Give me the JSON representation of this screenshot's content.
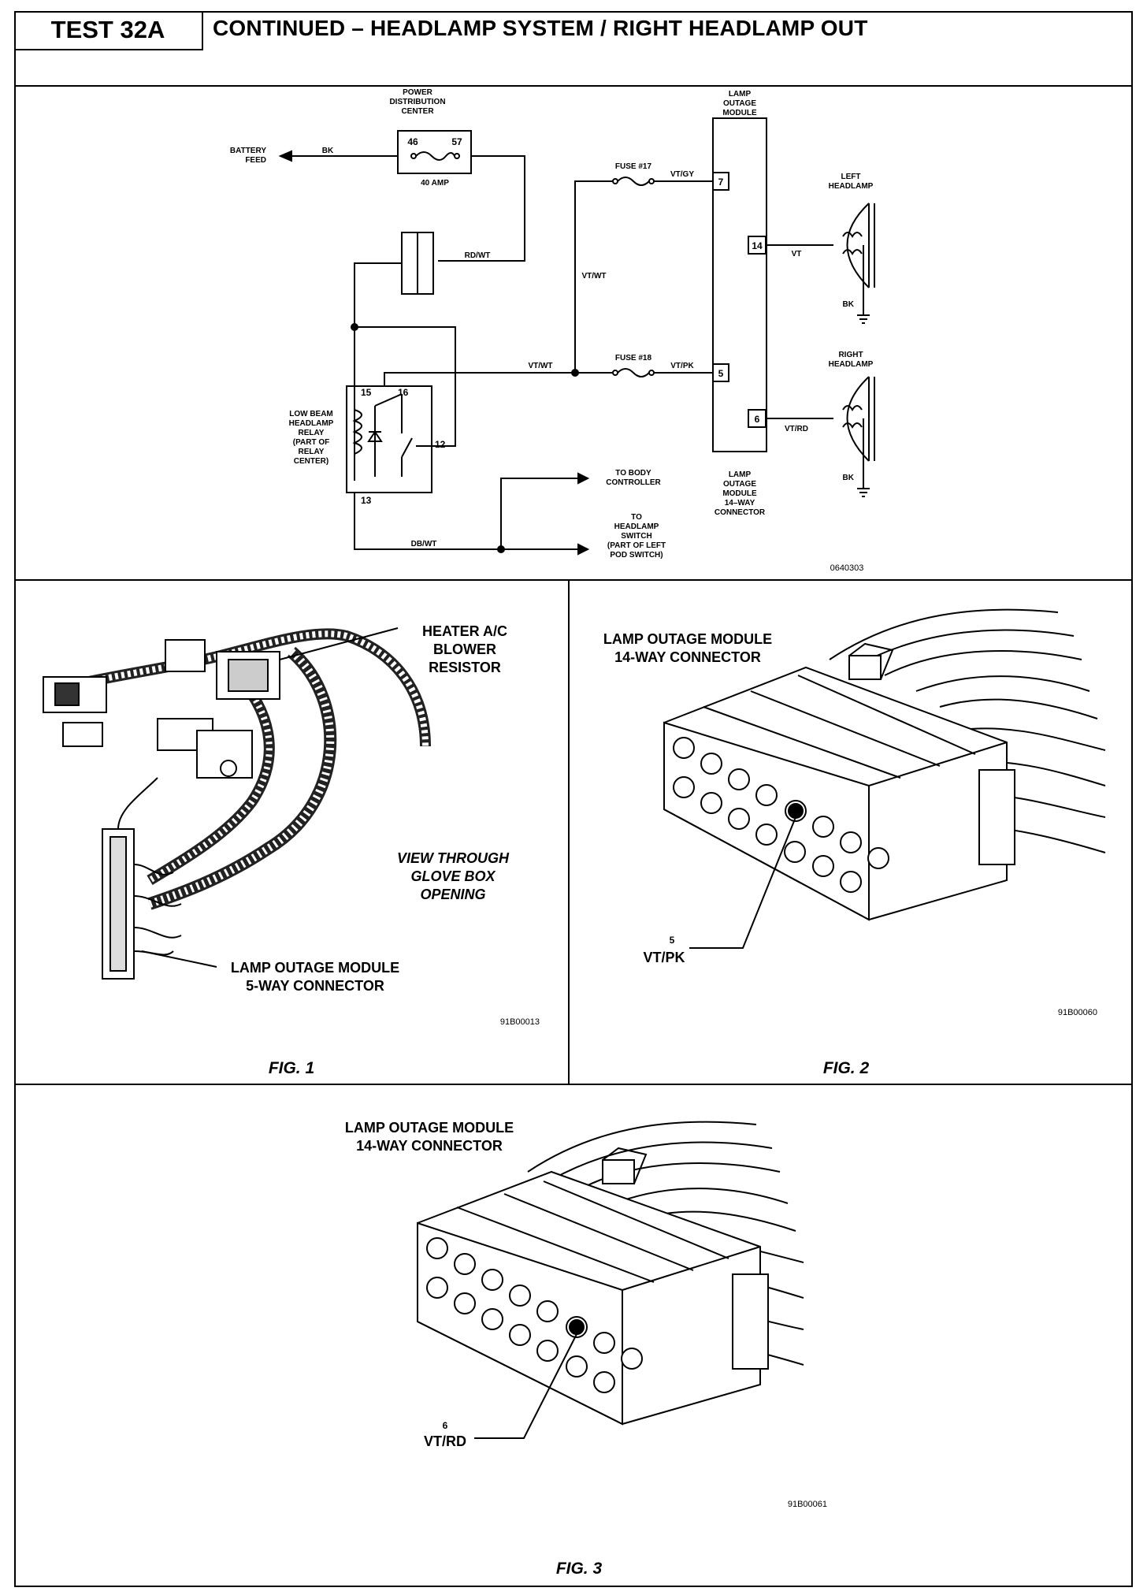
{
  "header": {
    "test_id": "TEST 32A",
    "title": "CONTINUED – HEADLAMP SYSTEM / RIGHT HEADLAMP OUT"
  },
  "schematic": {
    "pdc_label_1": "POWER",
    "pdc_label_2": "DISTRIBUTION",
    "pdc_label_3": "CENTER",
    "pdc_pin_a": "46",
    "pdc_pin_b": "57",
    "pdc_fuse": "40 AMP",
    "battery_feed_1": "BATTERY",
    "battery_feed_2": "FEED",
    "wire_bk": "BK",
    "wire_rd_wt": "RD/WT",
    "fuse17": "FUSE #17",
    "fuse18": "FUSE #18",
    "wire_vt_gy": "VT/GY",
    "wire_vt_wt_vertical": "VT/WT",
    "wire_vt_wt": "VT/WT",
    "wire_vt_pk": "VT/PK",
    "wire_vt": "VT",
    "wire_vt_rd": "VT/RD",
    "wire_db_wt": "DB/WT",
    "lom_top_1": "LAMP",
    "lom_top_2": "OUTAGE",
    "lom_top_3": "MODULE",
    "lom_pin_7": "7",
    "lom_pin_14": "14",
    "lom_pin_5": "5",
    "lom_pin_6": "6",
    "lom_bottom_1": "LAMP",
    "lom_bottom_2": "OUTAGE",
    "lom_bottom_3": "MODULE",
    "lom_bottom_4": "14–WAY",
    "lom_bottom_5": "CONNECTOR",
    "left_hl_1": "LEFT",
    "left_hl_2": "HEADLAMP",
    "right_hl_1": "RIGHT",
    "right_hl_2": "HEADLAMP",
    "gnd_bk_1": "BK",
    "gnd_bk_2": "BK",
    "relay_1": "LOW BEAM",
    "relay_2": "HEADLAMP",
    "relay_3": "RELAY",
    "relay_4": "(PART OF",
    "relay_5": "RELAY",
    "relay_6": "CENTER)",
    "relay_pin_15": "15",
    "relay_pin_16": "16",
    "relay_pin_12": "12",
    "relay_pin_13": "13",
    "to_body_1": "TO BODY",
    "to_body_2": "CONTROLLER",
    "to_hs_1": "TO",
    "to_hs_2": "HEADLAMP",
    "to_hs_3": "SWITCH",
    "to_hs_4": "(PART OF LEFT",
    "to_hs_5": "POD SWITCH)",
    "ref": "0640303"
  },
  "fig1": {
    "callout_1": "HEATER A/C",
    "callout_2": "BLOWER",
    "callout_3": "RESISTOR",
    "view_1": "VIEW THROUGH",
    "view_2": "GLOVE BOX",
    "view_3": "OPENING",
    "conn_1": "LAMP OUTAGE MODULE",
    "conn_2": "5-WAY CONNECTOR",
    "ref": "91B00013",
    "caption": "FIG. 1"
  },
  "fig2": {
    "title_1": "LAMP OUTAGE MODULE",
    "title_2": "14-WAY CONNECTOR",
    "pin": "5",
    "wire": "VT/PK",
    "ref": "91B00060",
    "caption": "FIG. 2"
  },
  "fig3": {
    "title_1": "LAMP OUTAGE MODULE",
    "title_2": "14-WAY CONNECTOR",
    "pin": "6",
    "wire": "VT/RD",
    "ref": "91B00061",
    "caption": "FIG. 3"
  }
}
